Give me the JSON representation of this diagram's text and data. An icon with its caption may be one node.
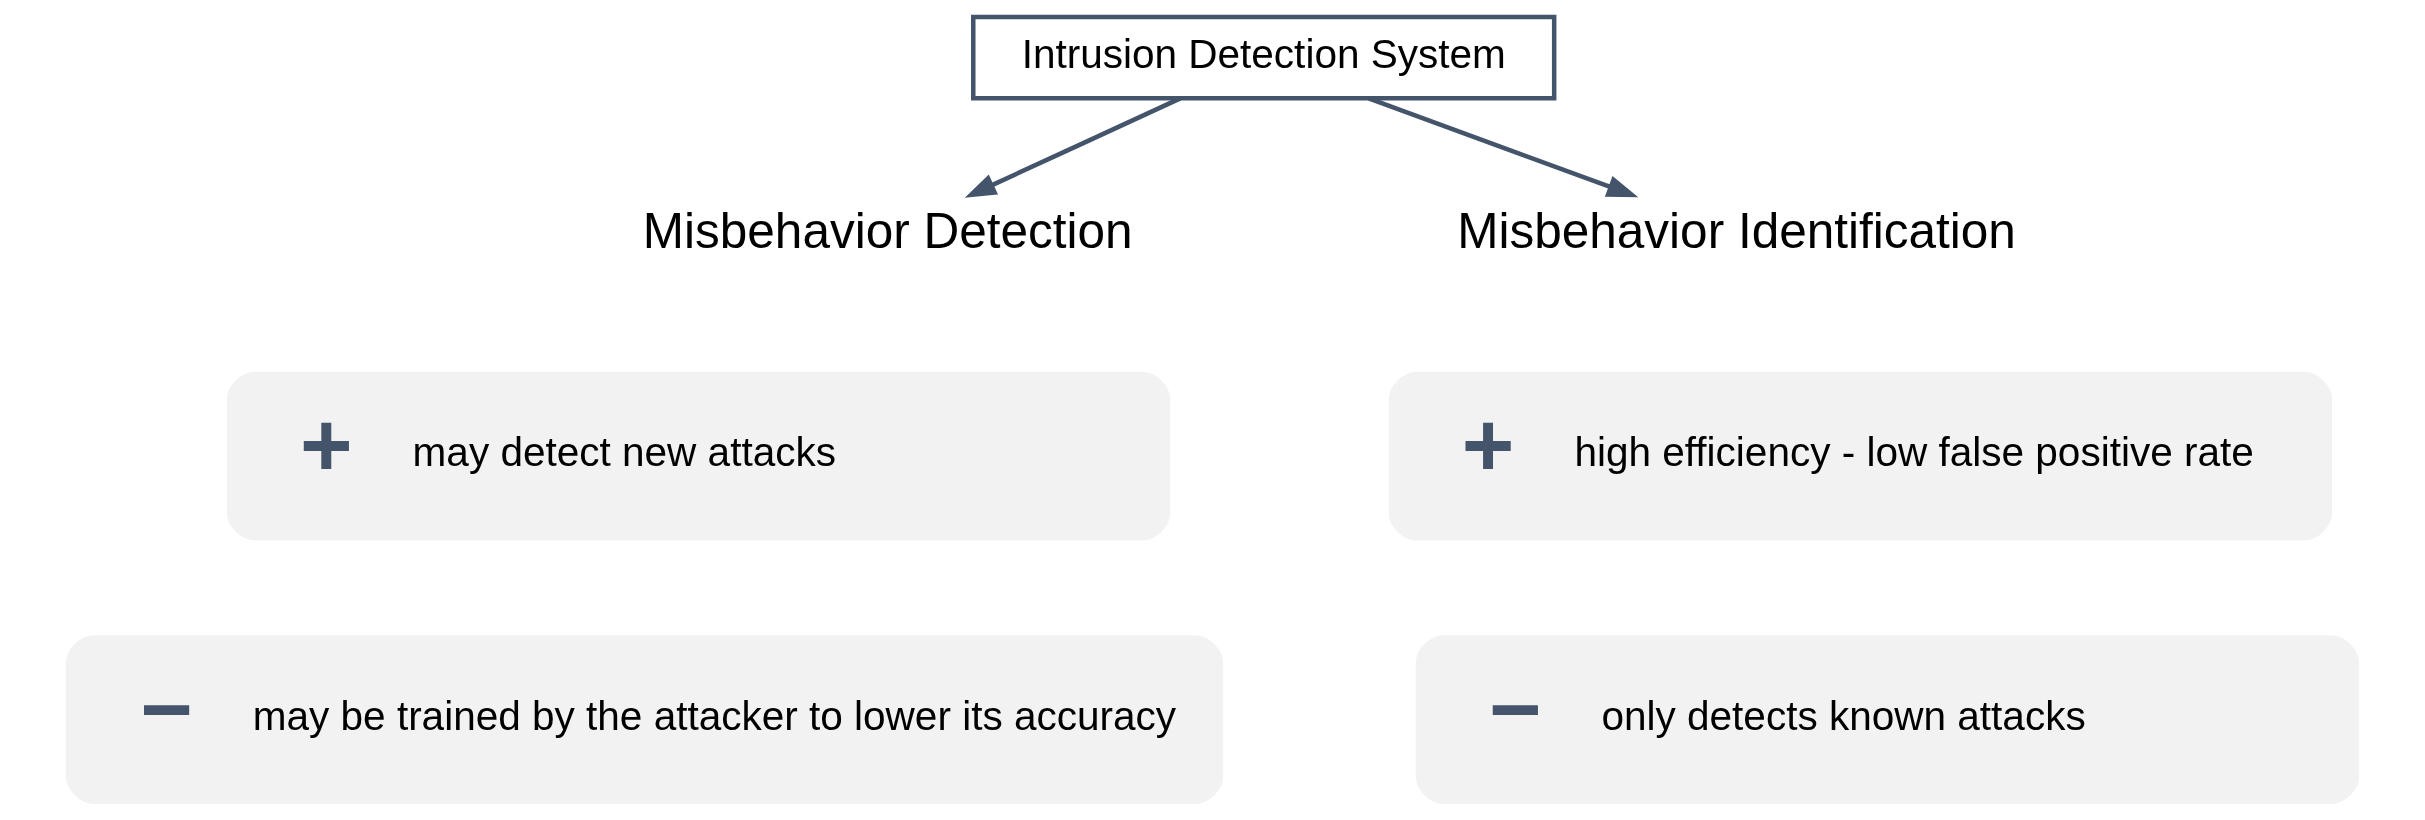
{
  "diagram": {
    "nodes": [
      {
        "text": [
          "Intrusion Detection System"
        ]
      },
      {
        "text": [
          "Misbehavior Detection"
        ]
      },
      {
        "text": [
          "Misbehavior Identification"
        ]
      },
      {
        "text": [
          "+",
          "may detect new attacks"
        ]
      },
      {
        "text": [
          "−",
          "may be trained by the attacker to lower its accuracy"
        ]
      },
      {
        "text": [
          "+",
          "high efficiency - low false positive rate"
        ]
      },
      {
        "text": [
          "−",
          "only detects known attacks"
        ]
      }
    ],
    "edges": [
      {
        "from": 0,
        "to": 1,
        "arrow": "to"
      },
      {
        "from": 0,
        "to": 2,
        "arrow": "to"
      }
    ]
  }
}
